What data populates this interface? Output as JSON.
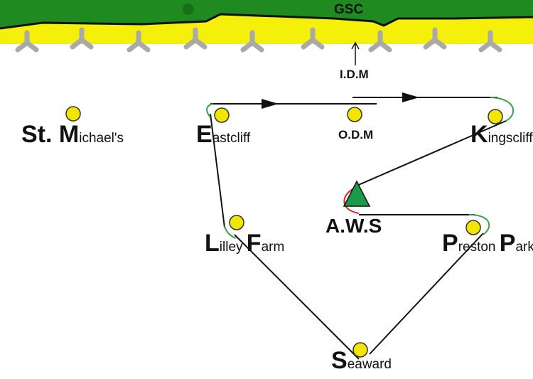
{
  "header": {
    "gsc_label": "GSC",
    "idm_label": "I.D.M"
  },
  "colors": {
    "grass": "#1f8a1f",
    "sand": "#f4f00a",
    "wave": "#a9a9a9",
    "marker": "#f2e600",
    "marker_stroke": "#333333",
    "aws": "#1a9a4a",
    "route": "#111111",
    "turn_green": "#3aa34a",
    "turn_red": "#d42a2a"
  },
  "places": {
    "st_michaels": {
      "cap": "St. M",
      "rest": "ichael's"
    },
    "eastcliff": {
      "cap": "E",
      "rest": "astcliff"
    },
    "odm": {
      "text": "O.D.M"
    },
    "kingscliff": {
      "cap": "K",
      "rest": "ingscliff"
    },
    "aws": {
      "text": "A.W.S"
    },
    "lilley_farm": {
      "cap1": "L",
      "rest1": "illey ",
      "cap2": "F",
      "rest2": "arm"
    },
    "preston_park": {
      "cap1": "P",
      "rest1": "reston ",
      "cap2": "P",
      "rest2": "ark"
    },
    "seaward": {
      "cap": "S",
      "rest": "eaward"
    }
  }
}
